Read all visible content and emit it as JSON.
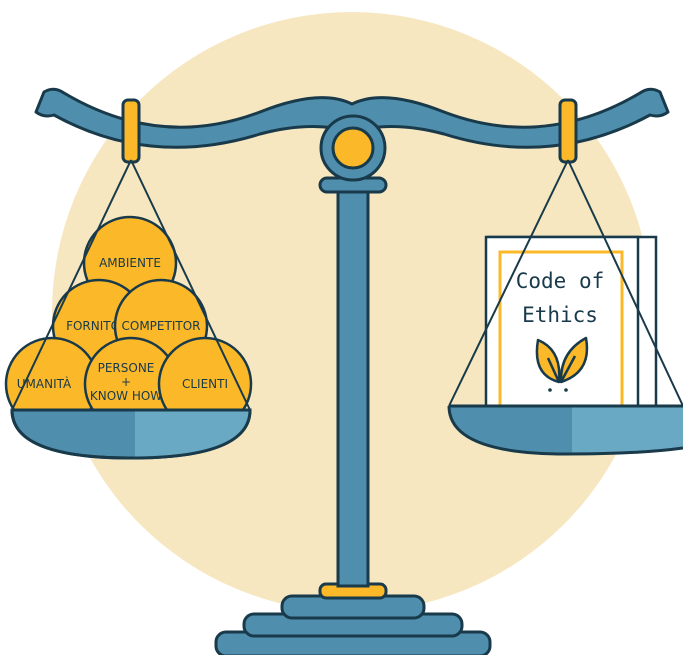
{
  "left_pan": {
    "coins": [
      {
        "label": "AMBIENTE"
      },
      {
        "label": "FORNITORI"
      },
      {
        "label": "COMPETITOR"
      },
      {
        "label": "UMANITÀ"
      },
      {
        "label_lines": [
          "PERSONE",
          "+",
          "KNOW HOW"
        ]
      },
      {
        "label": "CLIENTI"
      }
    ]
  },
  "right_pan": {
    "book": {
      "title_lines": [
        "Code of",
        "Ethics"
      ],
      "icon": "leaf-icon"
    }
  },
  "colors": {
    "beam": "#4f8fad",
    "outline": "#183a4a",
    "coin": "#fbb829",
    "circle_bg": "#f6e7c1",
    "pan_dark": "#4f8fad",
    "pan_light": "#6aa9c3"
  }
}
